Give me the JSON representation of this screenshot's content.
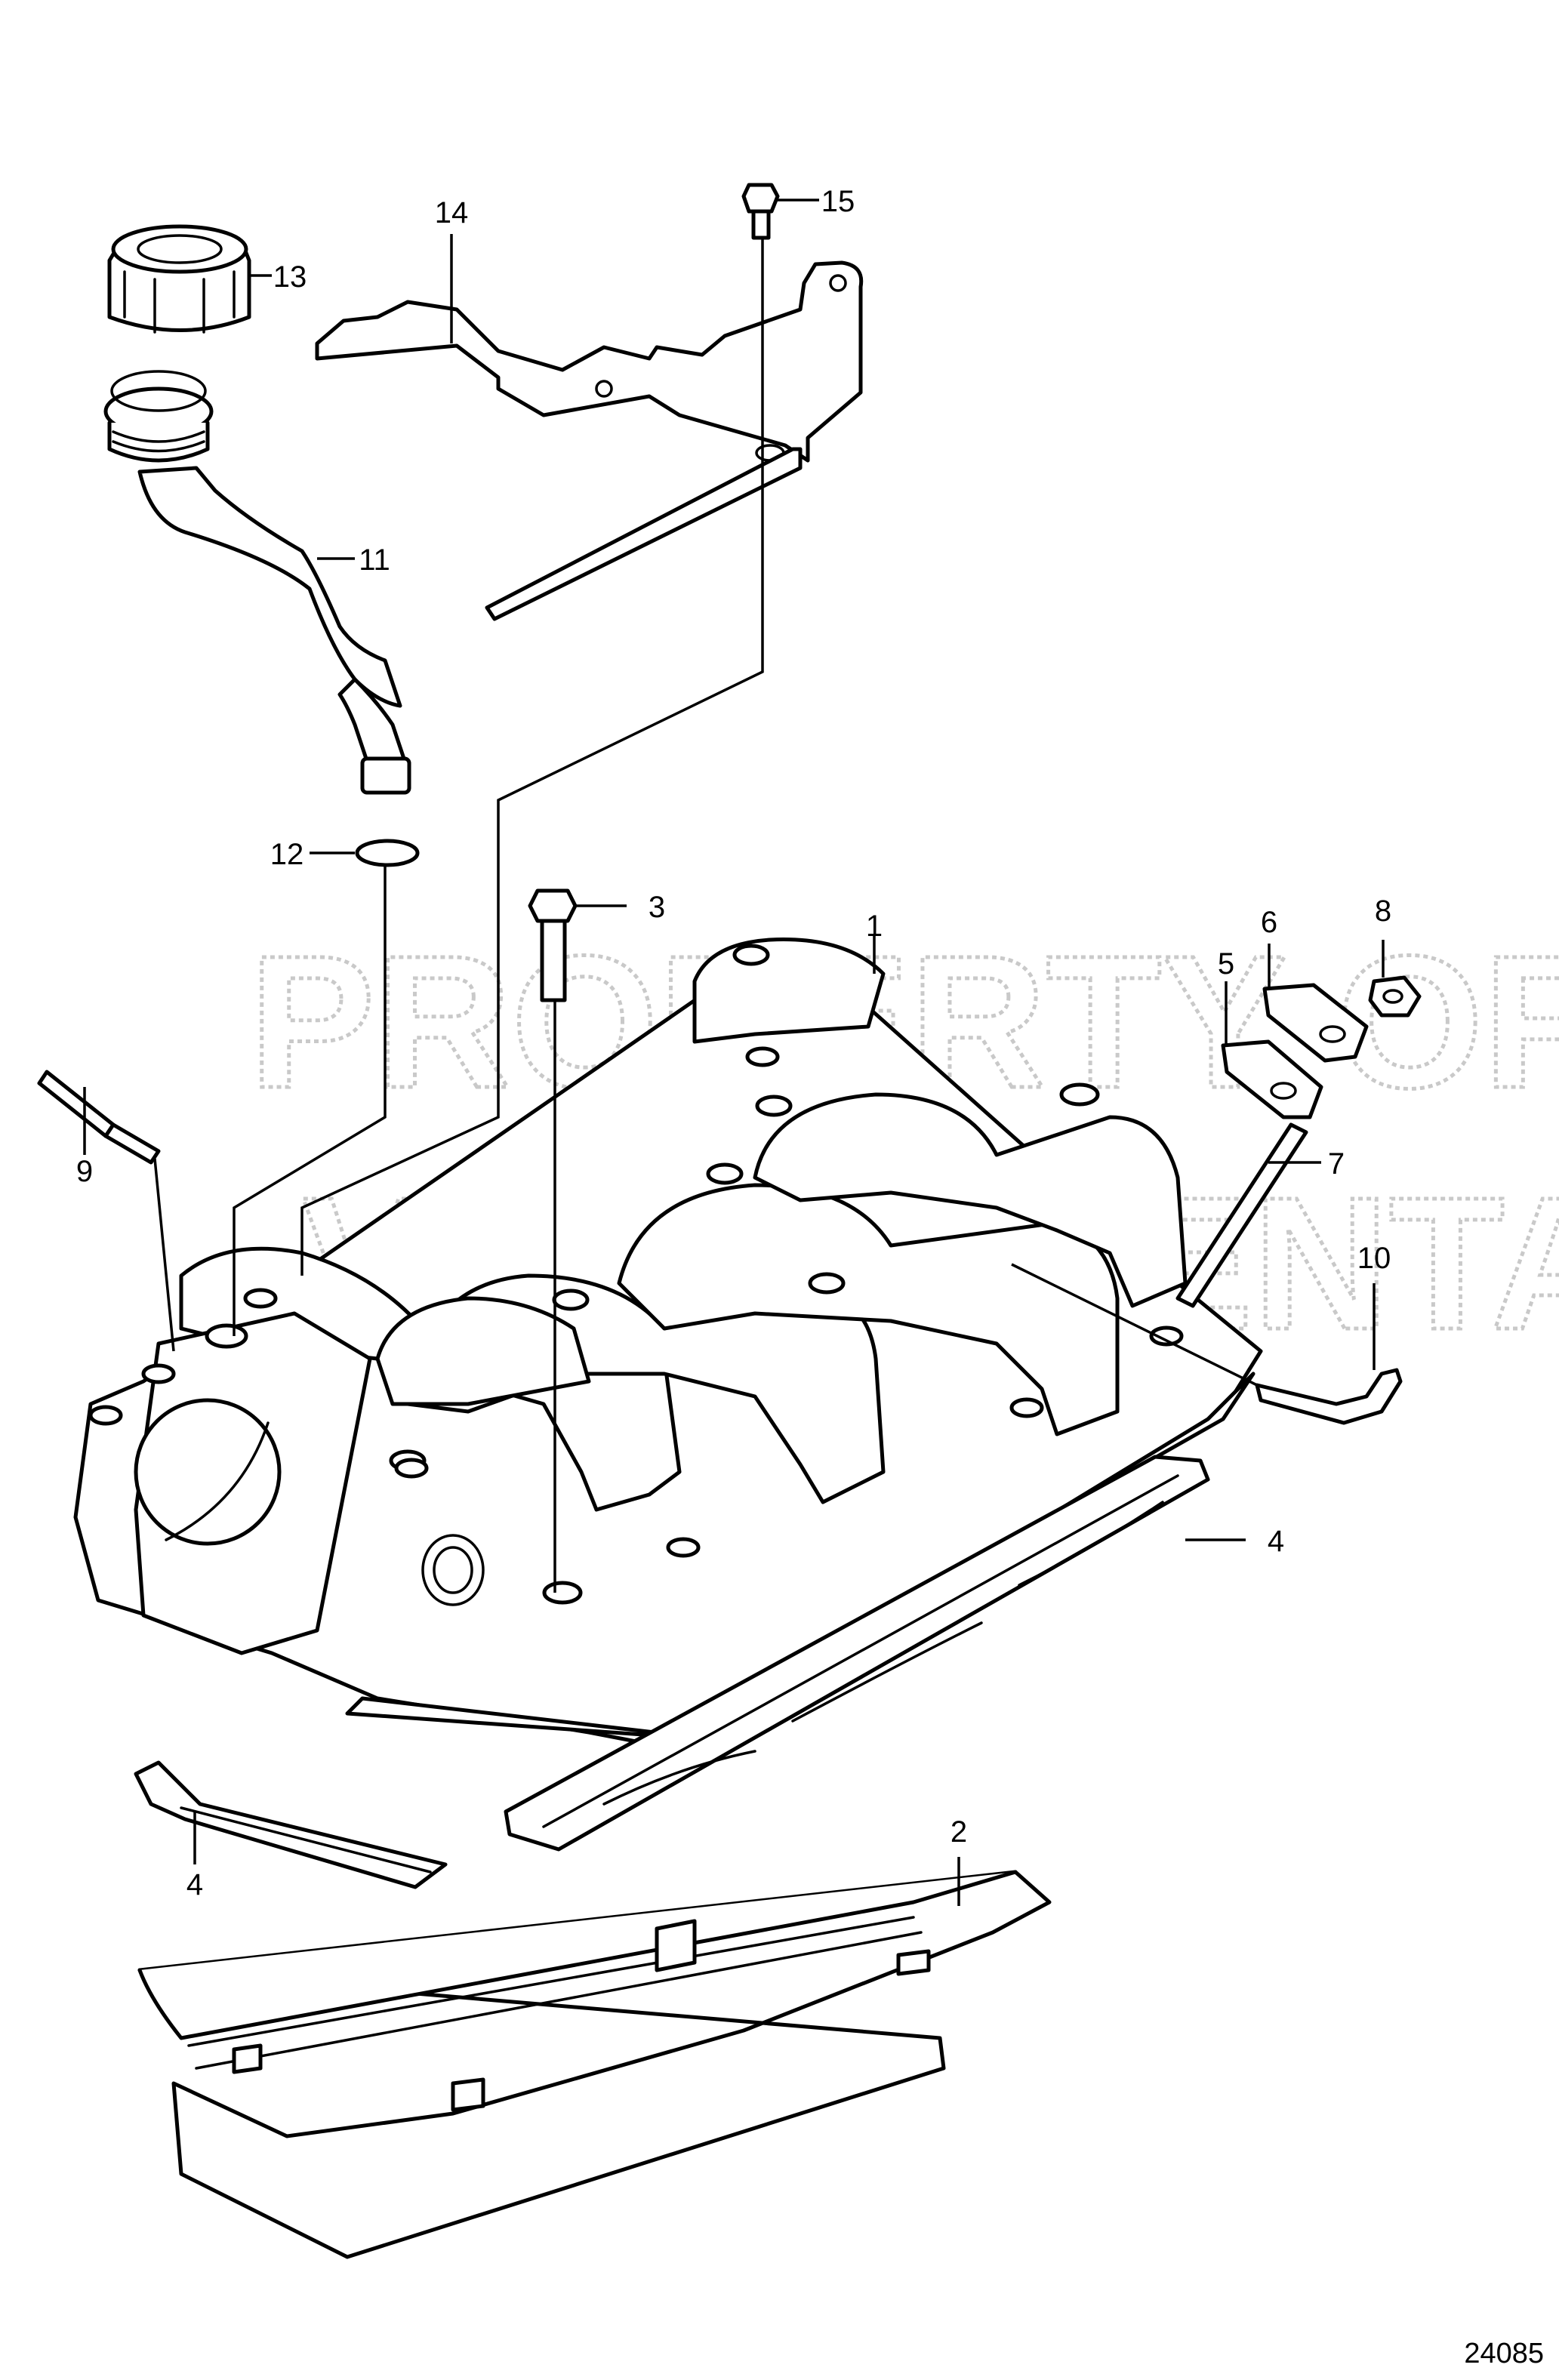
{
  "figure_number": "24085",
  "watermark": {
    "line1": "PROPERTY OF",
    "line2": "VOLVO PENTA"
  },
  "callouts": [
    "1",
    "2",
    "3",
    "4",
    "4",
    "5",
    "6",
    "7",
    "8",
    "9",
    "10",
    "11",
    "12",
    "13",
    "14",
    "15"
  ]
}
